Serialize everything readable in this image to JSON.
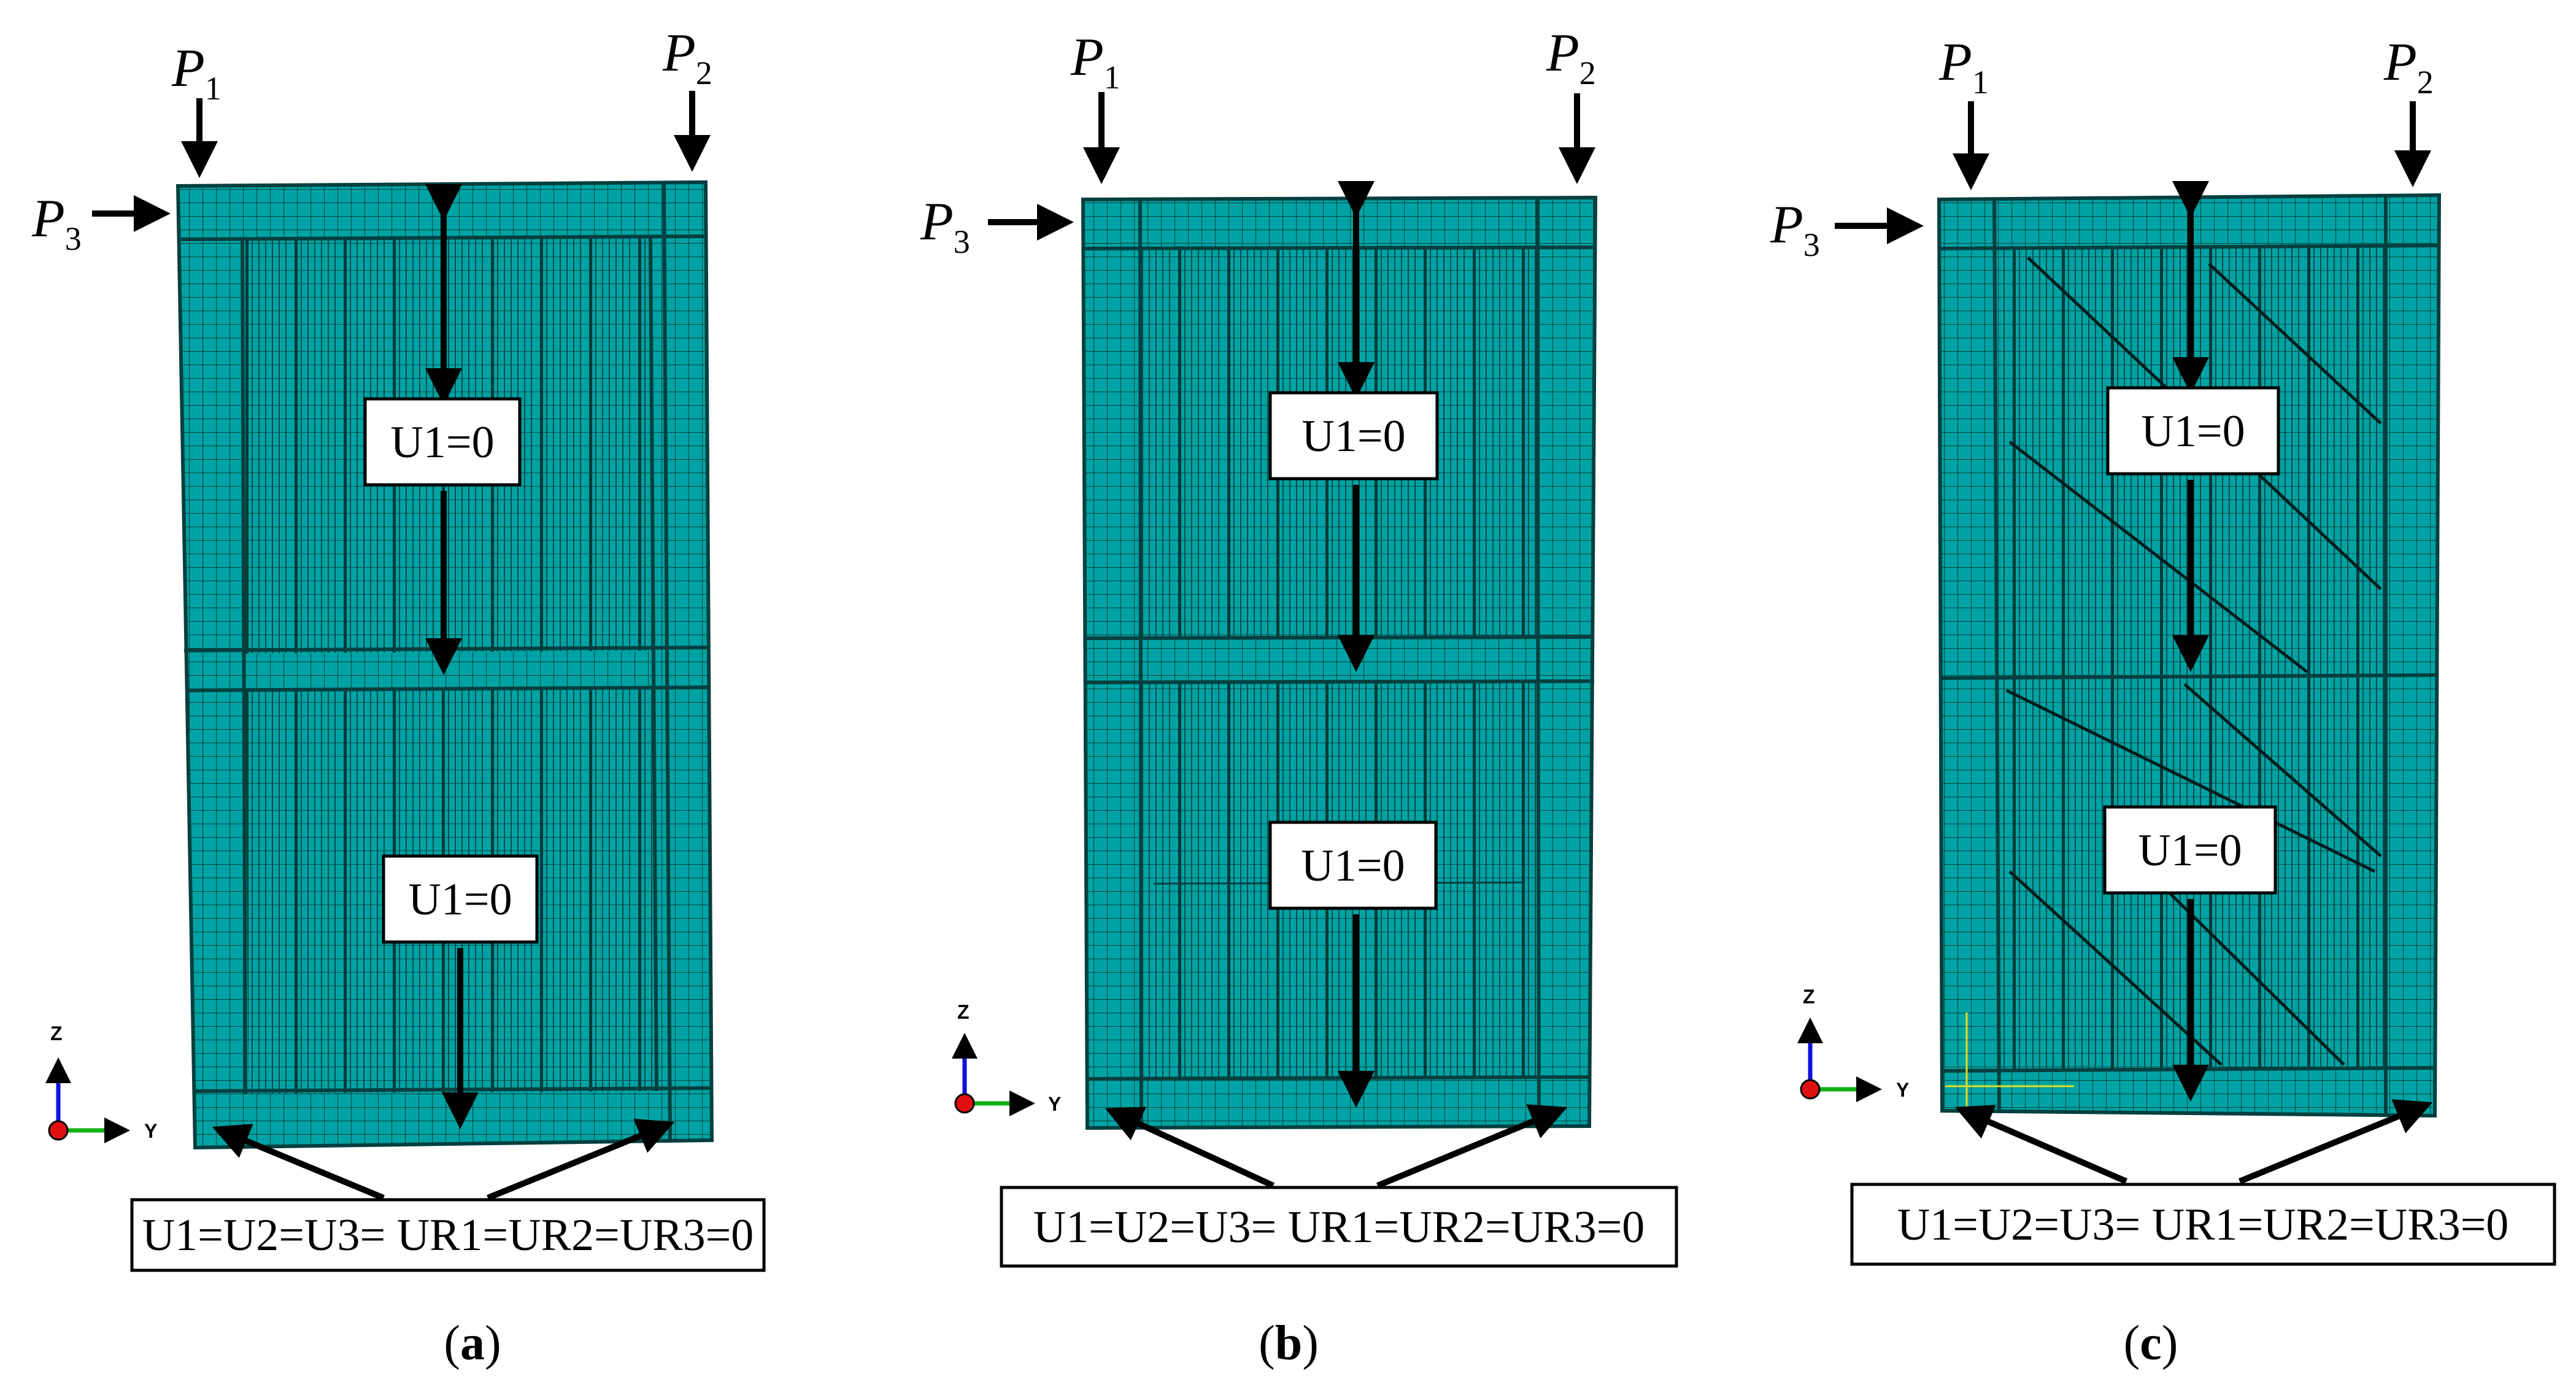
{
  "load_labels": {
    "p1": {
      "letter": "P",
      "index": "1"
    },
    "p2": {
      "letter": "P",
      "index": "2"
    },
    "p3": {
      "letter": "P",
      "index": "3"
    }
  },
  "bc_labels": {
    "interior": "U1=0",
    "base": "U1=U2=U3= UR1=UR2=UR3=0"
  },
  "axis_labels": {
    "z": "Z",
    "y": "Y"
  },
  "panels": [
    {
      "caption_letter": "a",
      "brace_type": "none"
    },
    {
      "caption_letter": "b",
      "brace_type": "none"
    },
    {
      "caption_letter": "c",
      "brace_type": "diagonal"
    }
  ],
  "colors": {
    "mesh_fill": "#00a3a3",
    "mesh_line": "#084848",
    "stiffener_line": "#042a2a",
    "axis_z": "#1010e0",
    "axis_y": "#10b010",
    "axis_x": "#e01010"
  }
}
